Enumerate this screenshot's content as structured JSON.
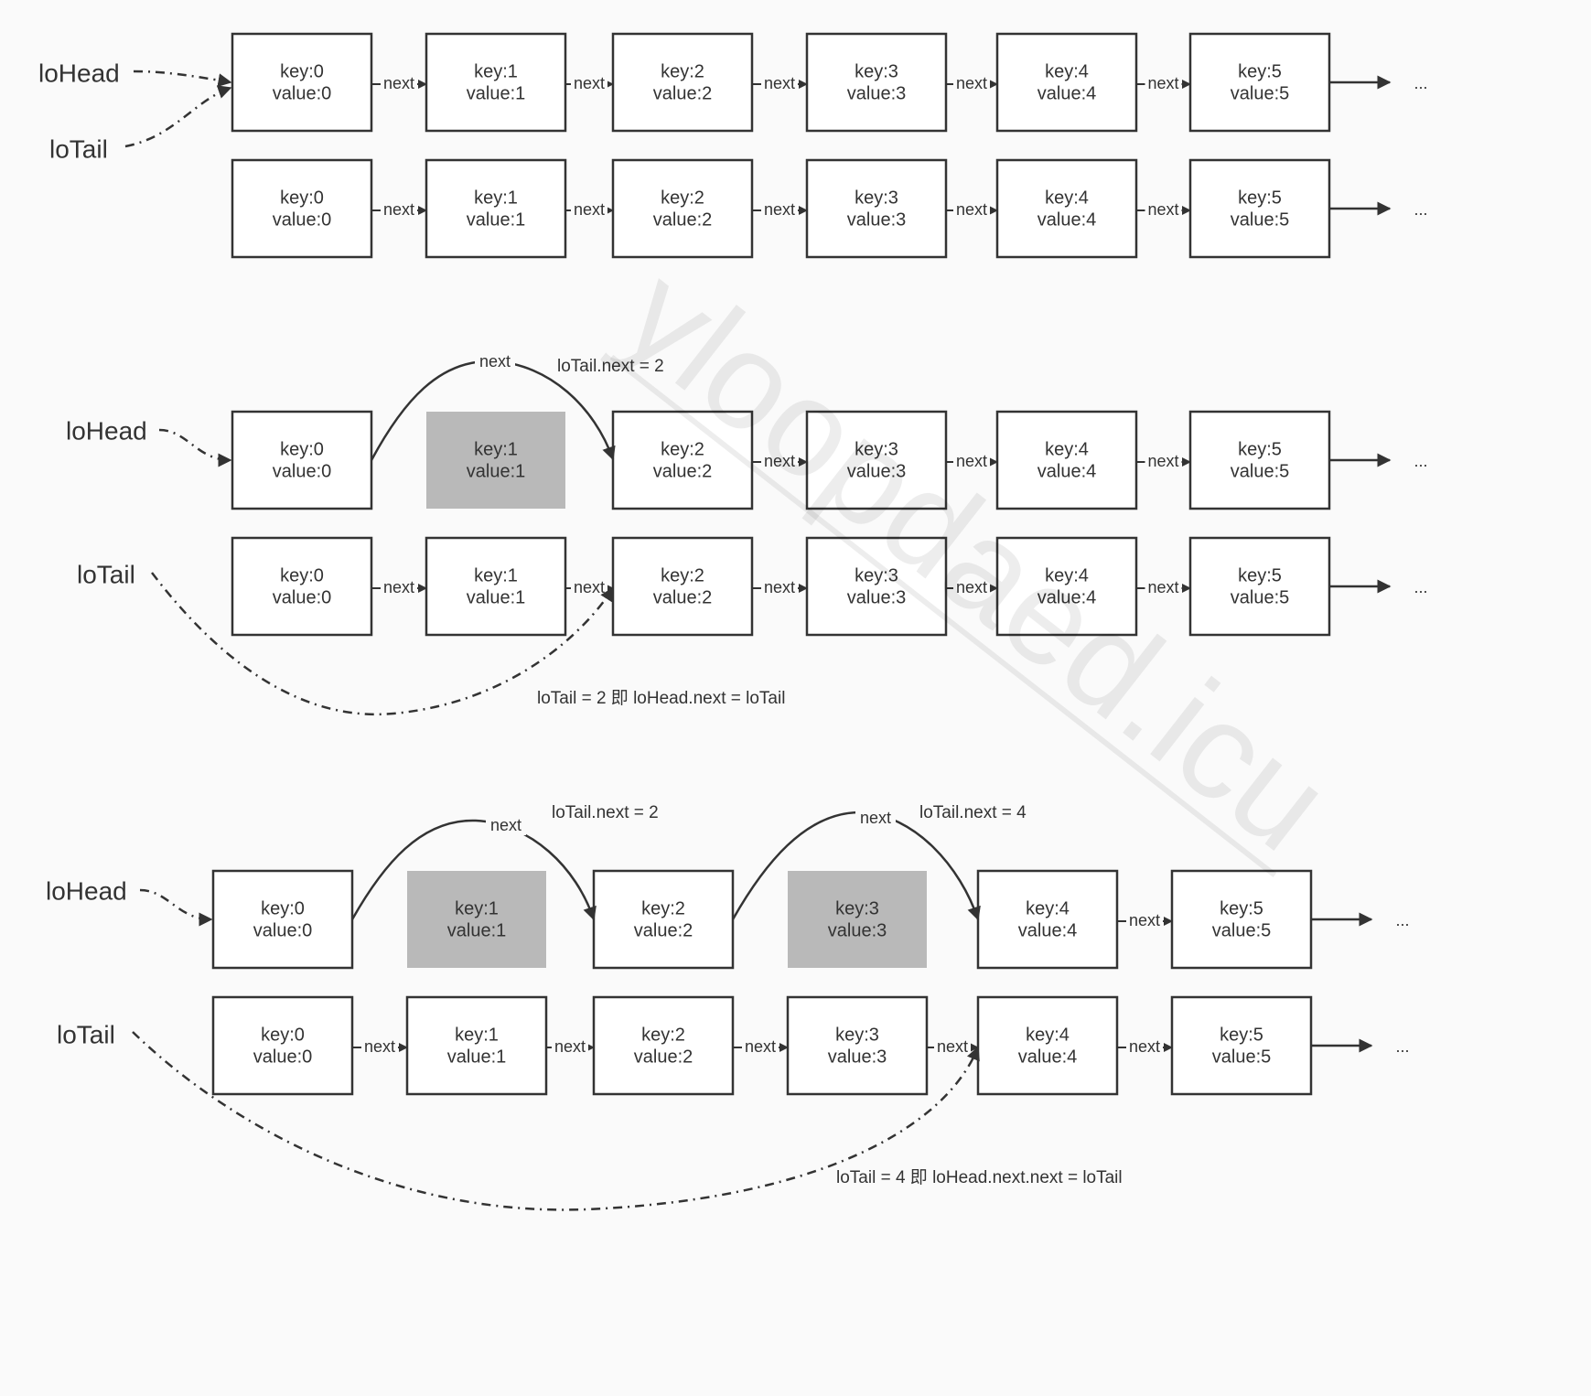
{
  "watermark": "yloopdaed.icu",
  "ellipsis": "...",
  "edge_label": "next",
  "ptr": {
    "head": "loHead",
    "tail": "loTail"
  },
  "nodes": [
    {
      "key": "key:0",
      "value": "value:0"
    },
    {
      "key": "key:1",
      "value": "value:1"
    },
    {
      "key": "key:2",
      "value": "value:2"
    },
    {
      "key": "key:3",
      "value": "value:3"
    },
    {
      "key": "key:4",
      "value": "value:4"
    },
    {
      "key": "key:5",
      "value": "value:5"
    }
  ],
  "notes": {
    "step2_next": "loTail.next = 2",
    "step2_tail": "loTail = 2 即 loHead.next = loTail",
    "step3_next_a": "loTail.next = 2",
    "step3_next_b": "loTail.next = 4",
    "step3_tail": "loTail = 4 即 loHead.next.next = loTail"
  },
  "colors": {
    "stroke": "#333333",
    "removed_fill": "#b9b9b9",
    "background": "#fafafa"
  }
}
